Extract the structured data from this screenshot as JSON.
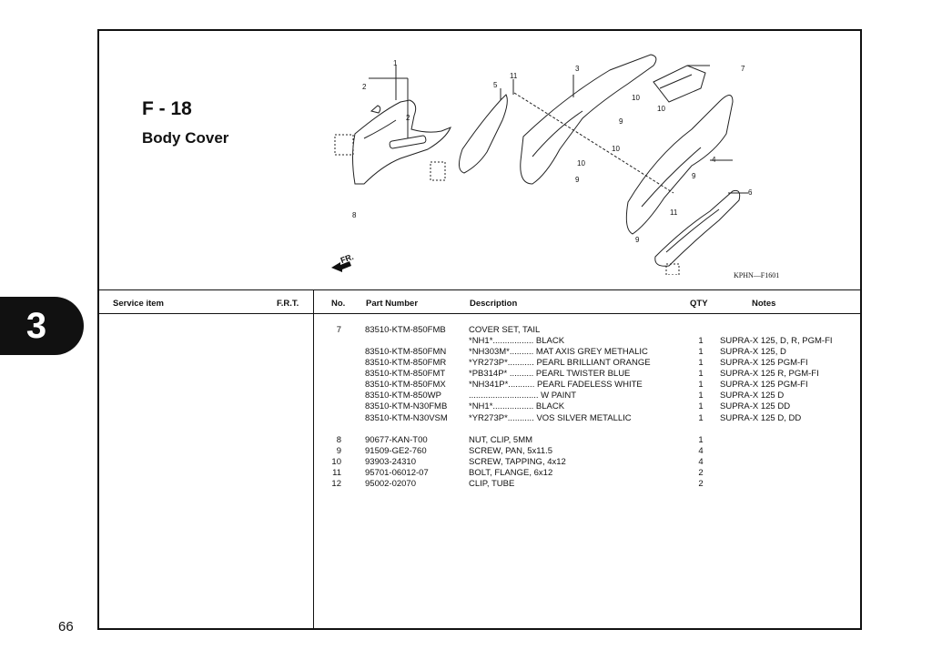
{
  "page": {
    "code": "F - 18",
    "title": "Body Cover",
    "chapter_tab": "3",
    "page_number": "66",
    "diagram_code": "KPHN—F1601",
    "diagram_fr_label": "FR.",
    "diagram_callouts": [
      "1",
      "2",
      "2",
      "3",
      "4",
      "5",
      "6",
      "7",
      "8",
      "9",
      "9",
      "9",
      "9",
      "10",
      "10",
      "10",
      "10",
      "11",
      "11"
    ]
  },
  "table": {
    "headers": {
      "service_item": "Service item",
      "frt": "F.R.T.",
      "no": "No.",
      "part_number": "Part Number",
      "description": "Description",
      "qty": "QTY",
      "notes": "Notes"
    },
    "rows": [
      {
        "no": "7",
        "part_number": "83510-KTM-850FMB",
        "description": "COVER SET, TAIL",
        "qty": "",
        "notes": ""
      },
      {
        "no": "",
        "part_number": "",
        "description": "*NH1*................. BLACK",
        "qty": "1",
        "notes": "SUPRA-X 125, D, R, PGM-FI"
      },
      {
        "no": "",
        "part_number": "83510-KTM-850FMN",
        "description": "*NH303M*.......... MAT AXIS GREY METHALIC",
        "qty": "1",
        "notes": "SUPRA-X 125, D"
      },
      {
        "no": "",
        "part_number": "83510-KTM-850FMR",
        "description": "*YR273P*........... PEARL BRILLIANT ORANGE",
        "qty": "1",
        "notes": "SUPRA-X 125 PGM-FI"
      },
      {
        "no": "",
        "part_number": "83510-KTM-850FMT",
        "description": "*PB314P* .......... PEARL TWISTER BLUE",
        "qty": "1",
        "notes": "SUPRA-X 125 R, PGM-FI"
      },
      {
        "no": "",
        "part_number": "83510-KTM-850FMX",
        "description": "*NH341P*........... PEARL FADELESS WHITE",
        "qty": "1",
        "notes": "SUPRA-X 125 PGM-FI"
      },
      {
        "no": "",
        "part_number": "83510-KTM-850WP",
        "description": "............................. W PAINT",
        "qty": "1",
        "notes": "SUPRA-X 125 D"
      },
      {
        "no": "",
        "part_number": "83510-KTM-N30FMB",
        "description": "*NH1*................. BLACK",
        "qty": "1",
        "notes": "SUPRA-X 125 DD"
      },
      {
        "no": "",
        "part_number": "83510-KTM-N30VSM",
        "description": "*YR273P*........... VOS SILVER METALLIC",
        "qty": "1",
        "notes": "SUPRA-X 125 D, DD"
      },
      {
        "no": "8",
        "part_number": "90677-KAN-T00",
        "description": "NUT, CLIP, 5MM",
        "qty": "1",
        "notes": ""
      },
      {
        "no": "9",
        "part_number": "91509-GE2-760",
        "description": "SCREW, PAN, 5x11.5",
        "qty": "4",
        "notes": ""
      },
      {
        "no": "10",
        "part_number": "93903-24310",
        "description": "SCREW, TAPPING, 4x12",
        "qty": "4",
        "notes": ""
      },
      {
        "no": "11",
        "part_number": "95701-06012-07",
        "description": "BOLT, FLANGE, 6x12",
        "qty": "2",
        "notes": ""
      },
      {
        "no": "12",
        "part_number": "95002-02070",
        "description": "CLIP, TUBE",
        "qty": "2",
        "notes": ""
      }
    ]
  }
}
